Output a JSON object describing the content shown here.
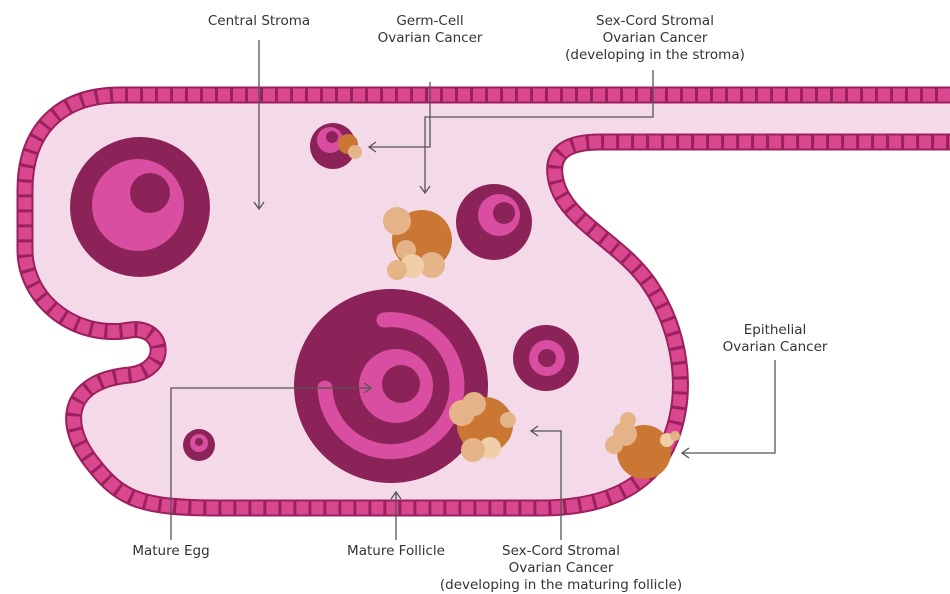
{
  "labels": {
    "central_stroma": "Central Stroma",
    "germ_cell": [
      "Germ-Cell",
      "Ovarian Cancer"
    ],
    "sex_cord_stroma": [
      "Sex-Cord Stromal",
      "Ovarian Cancer",
      "(developing in the stroma)"
    ],
    "epithelial": [
      "Epithelial",
      "Ovarian Cancer"
    ],
    "mature_egg": "Mature Egg",
    "mature_follicle": "Mature Follicle",
    "sex_cord_follicle": [
      "Sex-Cord Stromal",
      "Ovarian Cancer",
      "(developing in the maturing follicle)"
    ]
  },
  "colors": {
    "tissue_fill": "#f4d9e8",
    "epithelium_cell": "#d9478e",
    "epithelium_stroke": "#9c1f5e",
    "follicle_dark": "#8c2358",
    "follicle_pink": "#d94ea0",
    "tumor_orange": "#c97732",
    "tumor_light": "#e4b387",
    "tumor_pale": "#f0cfa8",
    "arrow": "#555555"
  }
}
